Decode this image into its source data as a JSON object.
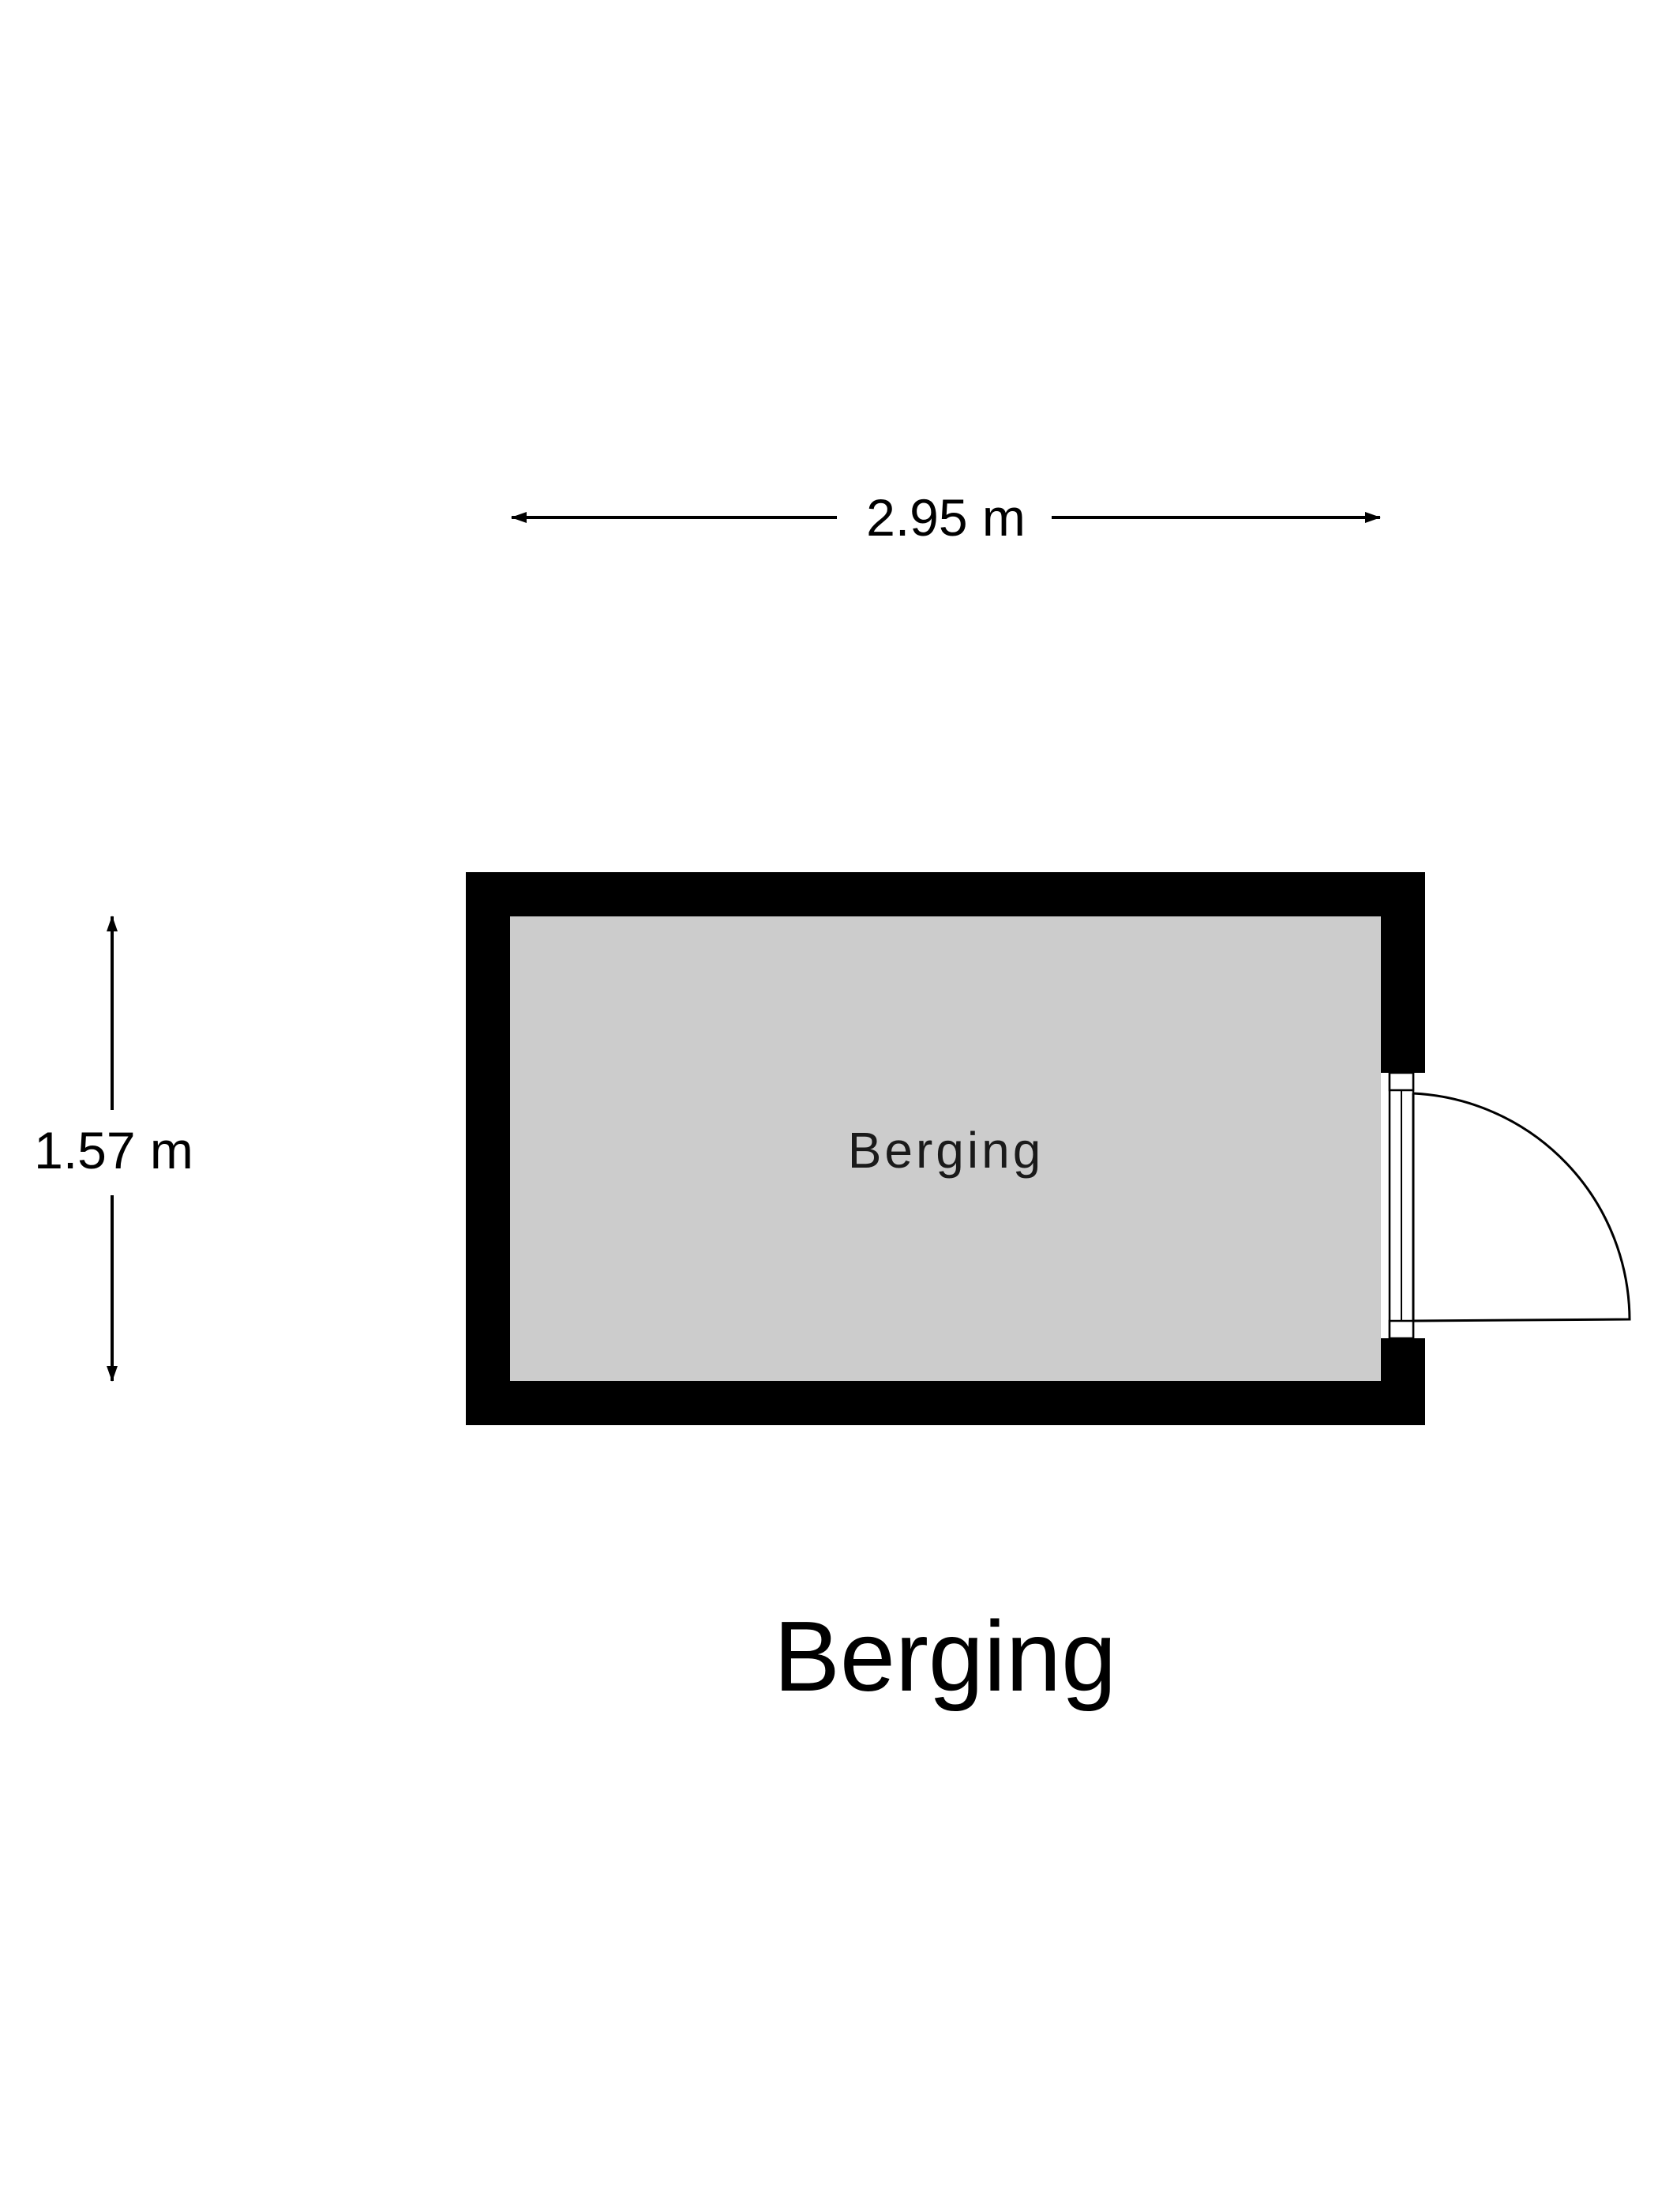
{
  "plan": {
    "title": "Berging",
    "room_label": "Berging",
    "width_dimension": "2.95 m",
    "height_dimension": "1.57 m",
    "colors": {
      "wall": "#000000",
      "floor": "#cccccc",
      "background": "#ffffff",
      "line": "#000000"
    }
  }
}
